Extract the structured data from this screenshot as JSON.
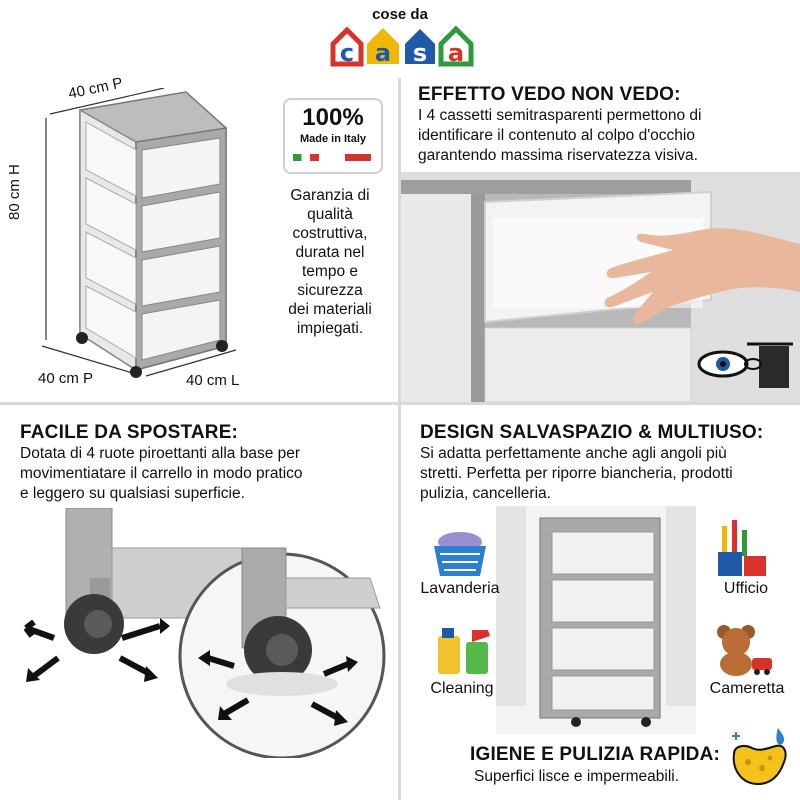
{
  "logo": {
    "small": "cose da",
    "letters": [
      "c",
      "a",
      "s",
      "a"
    ]
  },
  "dimensions": {
    "top_depth": "40 cm P",
    "height": "80 cm H",
    "bottom_depth": "40 cm P",
    "width": "40 cm L"
  },
  "badge": {
    "percent": "100%",
    "made_in": "Made in Italy"
  },
  "guarantee": [
    "Garanzia di",
    "qualità",
    "costruttiva,",
    "durata nel",
    "tempo e",
    "sicurezza",
    "dei materiali",
    "impiegati."
  ],
  "effetto": {
    "title": "EFFETTO VEDO NON VEDO:",
    "lines": [
      "I 4 cassetti semitrasparenti permettono di",
      "identificare il contenuto al colpo d'occhio",
      "garantendo massima riservatezza visiva."
    ]
  },
  "facile": {
    "title": "FACILE DA SPOSTARE:",
    "lines": [
      "Dotata di 4 ruote piroettanti alla base per",
      "movimentiatare il carrello in modo pratico",
      "e leggero su qualsiasi superficie."
    ]
  },
  "design": {
    "title": "DESIGN SALVASPAZIO & MULTIUSO:",
    "lines": [
      "Si adatta perfettamente anche agli angoli più",
      "stretti. Perfetta per riporre biancheria, prodotti",
      "pulizia, cancelleria."
    ]
  },
  "uses": {
    "lavanderia": "Lavanderia",
    "ufficio": "Ufficio",
    "cleaning": "Cleaning",
    "cameretta": "Cameretta"
  },
  "igiene": {
    "title": "IGIENE E PULIZIA RAPIDA:",
    "subtitle": "Superfici lisce e impermeabili."
  },
  "colors": {
    "frame": "#9a9a9a",
    "drawer": "#eeeeee",
    "logo_blue": "#1f5aa8",
    "logo_green": "#2e9a3d",
    "logo_red": "#d8332a",
    "logo_yellow": "#f2b705"
  }
}
